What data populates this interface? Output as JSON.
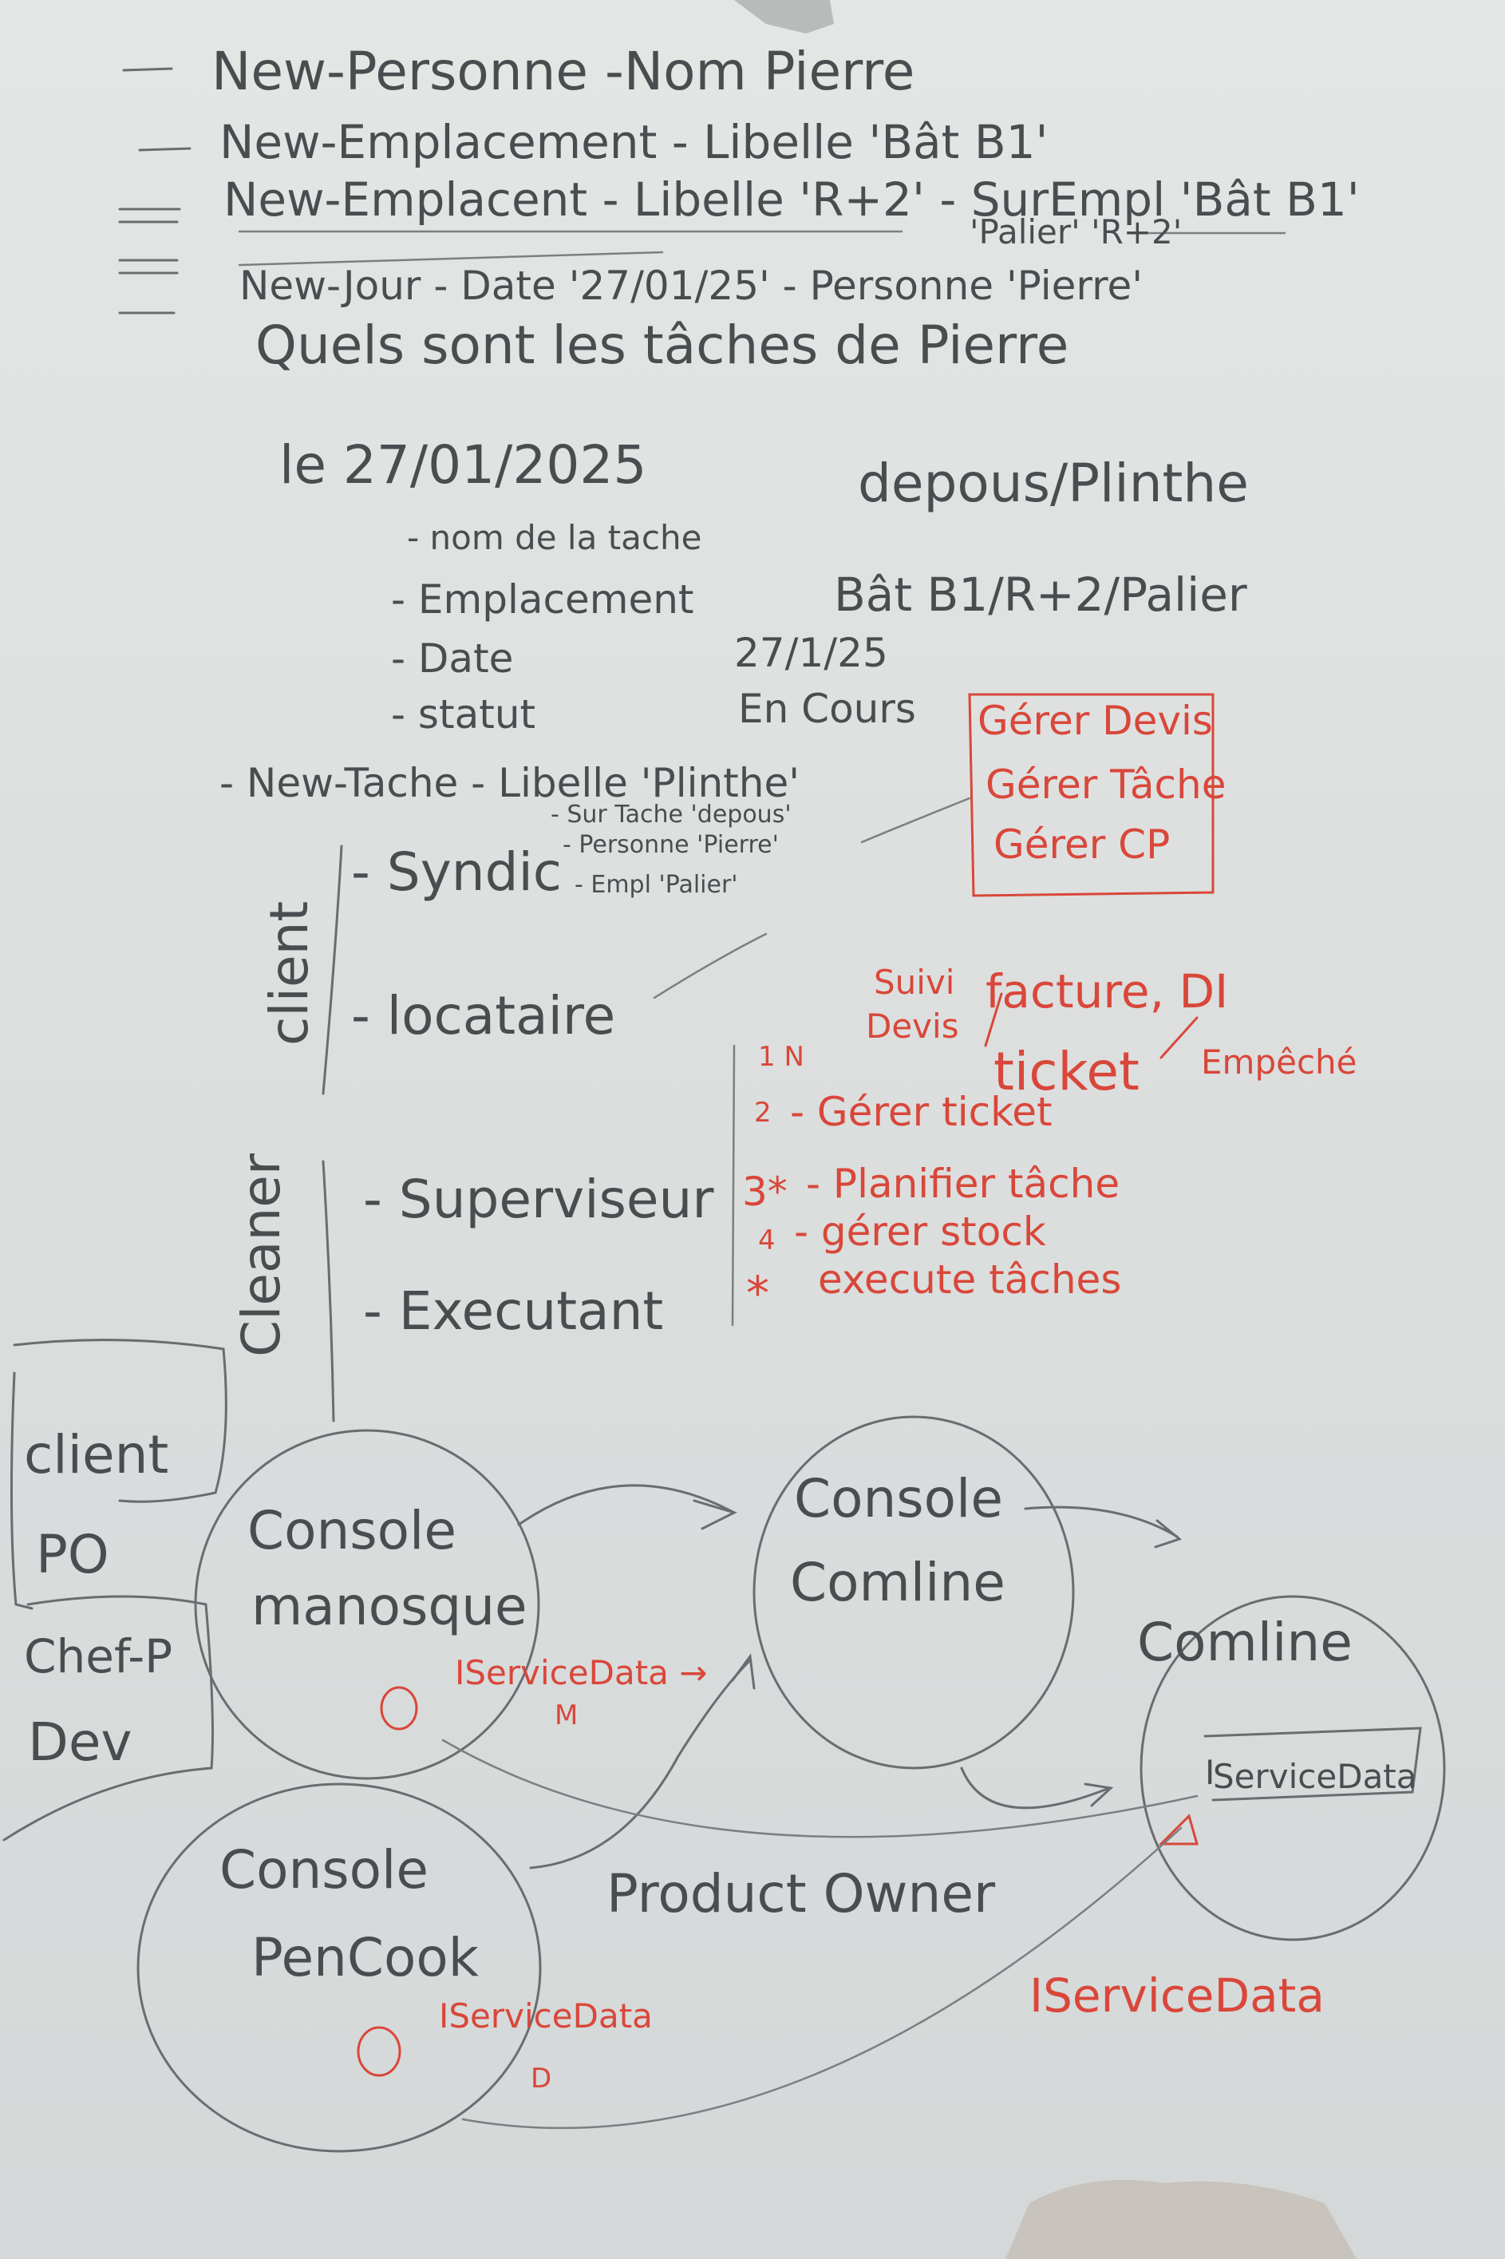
{
  "header_lines": [
    "New-Personne -Nom Pierre",
    "New-Emplacement - Libelle 'Bât B1'",
    "New-Emplacent - Libelle 'R+2' - SurEmpl 'Bât B1'",
    "'Palier' 'R+2'",
    "New-Jour - Date '27/01/25' - Personne 'Pierre'"
  ],
  "question": {
    "line1": "Quels sont les tâches de Pierre",
    "line2": "le 27/01/2025",
    "task_name": "depous/Plinthe",
    "fields": [
      {
        "label": "- nom de la tache",
        "value": ""
      },
      {
        "label": "- Emplacement",
        "value": "Bât B1/R+2/Palier"
      },
      {
        "label": "- Date",
        "value": "27/1/25"
      },
      {
        "label": "- statut",
        "value": "En Cours"
      }
    ]
  },
  "new_tache": {
    "head": "- New-Tache - Libelle 'Plinthe'",
    "sur_tache": "- Sur Tache 'depous'",
    "personne": "- Personne 'Pierre'",
    "empl": "- Empl 'Palier'"
  },
  "syndic_box": [
    "Gérer Devis",
    "Gérer Tâche",
    "Gérer CP"
  ],
  "client_group": {
    "title": "client",
    "roles": [
      "- Syndic",
      "- locataire"
    ]
  },
  "cleaner_group": {
    "title": "Cleaner",
    "roles": [
      "- Superviseur",
      "- Executant"
    ]
  },
  "locataire_notes": {
    "suivi": "Suivi",
    "devis": "Devis",
    "facture": "facture, DI",
    "ticket": "ticket",
    "empeche": "Empêché"
  },
  "cleaner_tasks": [
    {
      "marker": "1 N",
      "label": ""
    },
    {
      "marker": "2",
      "label": "- Gérer ticket"
    },
    {
      "marker": "3*",
      "label": "- Planifier tâche"
    },
    {
      "marker": "4",
      "label": "- gérer stock"
    },
    {
      "marker": "*",
      "label": "execute tâches"
    }
  ],
  "roles_box": [
    "client",
    "PO",
    "Chef-P",
    "Dev"
  ],
  "nodes": {
    "manosque": [
      "Console",
      "manosque"
    ],
    "comline_console": [
      "Console",
      "Comline"
    ],
    "comline": [
      "Comline"
    ],
    "pencook": [
      "Console",
      "PenCook"
    ]
  },
  "interfaces": {
    "manosque_iface": "IServiceData →",
    "manosque_iface_sub": "M",
    "pencook_iface": "IServiceData",
    "pencook_iface_sub": "D",
    "comline_box": "ServiceData",
    "comline_iface": "I",
    "red_iface": "IServiceData"
  },
  "product_owner": "Product Owner",
  "colors": {
    "graphite": "#4a4d50",
    "red_marker": "#d9473a",
    "board": "#e2e4e3"
  }
}
